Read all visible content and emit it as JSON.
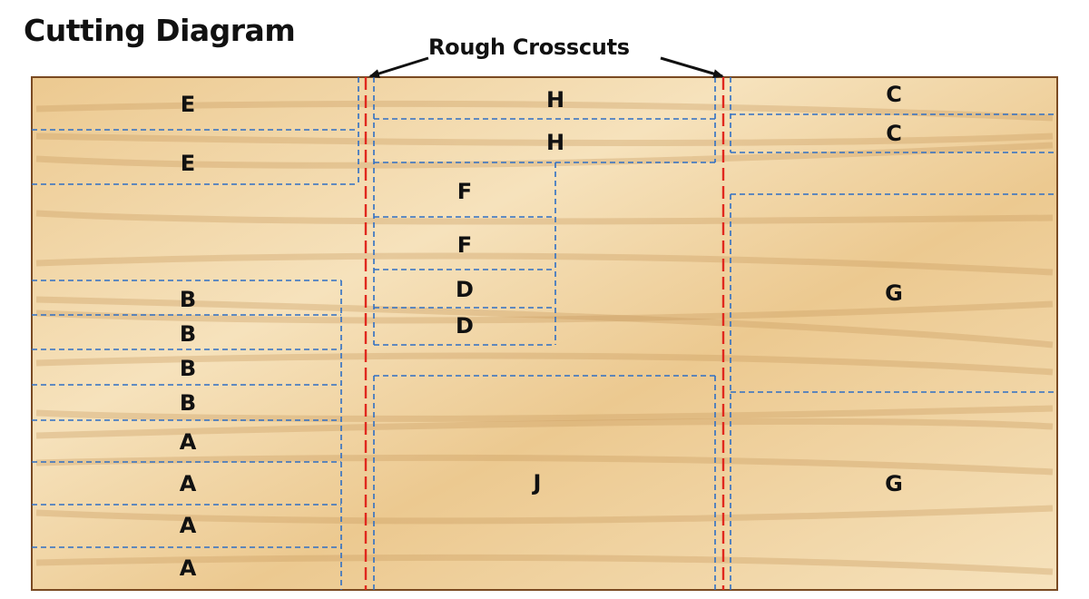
{
  "title": "Cutting Diagram",
  "callout": "Rough Crosscuts",
  "colors": {
    "board_base": "#ecc990",
    "board_light": "#f6e2bc",
    "board_border": "#7a4a22",
    "grain": "#c99a5e",
    "cut_line": "#2f6fc4",
    "crosscut_line": "#e0281e",
    "label": "#111111",
    "arrow": "#111111"
  },
  "parts": [
    {
      "id": "E1",
      "label": "E"
    },
    {
      "id": "E2",
      "label": "E"
    },
    {
      "id": "B1",
      "label": "B"
    },
    {
      "id": "B2",
      "label": "B"
    },
    {
      "id": "B3",
      "label": "B"
    },
    {
      "id": "B4",
      "label": "B"
    },
    {
      "id": "A1",
      "label": "A"
    },
    {
      "id": "A2",
      "label": "A"
    },
    {
      "id": "A3",
      "label": "A"
    },
    {
      "id": "A4",
      "label": "A"
    },
    {
      "id": "H1",
      "label": "H"
    },
    {
      "id": "H2",
      "label": "H"
    },
    {
      "id": "F1",
      "label": "F"
    },
    {
      "id": "F2",
      "label": "F"
    },
    {
      "id": "D1",
      "label": "D"
    },
    {
      "id": "D2",
      "label": "D"
    },
    {
      "id": "J1",
      "label": "J"
    },
    {
      "id": "C1",
      "label": "C"
    },
    {
      "id": "C2",
      "label": "C"
    },
    {
      "id": "G1",
      "label": "G"
    },
    {
      "id": "G2",
      "label": "G"
    }
  ]
}
